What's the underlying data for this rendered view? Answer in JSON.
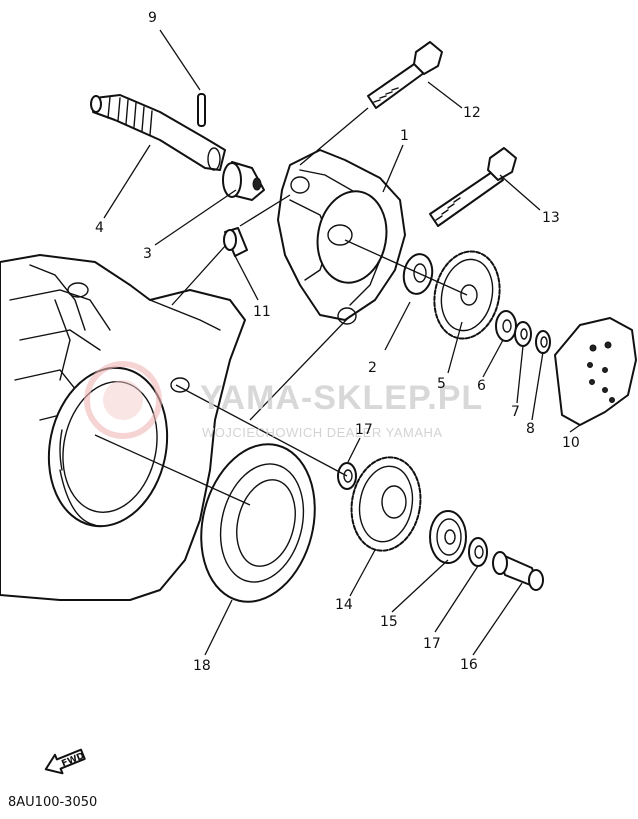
{
  "diagram": {
    "callouts": {
      "n1": "1",
      "n2": "2",
      "n3": "3",
      "n4": "4",
      "n5": "5",
      "n6": "6",
      "n7": "7",
      "n8": "8",
      "n9": "9",
      "n10": "10",
      "n11": "11",
      "n12": "12",
      "n13": "13",
      "n14": "14",
      "n15": "15",
      "n16": "16",
      "n17a": "17",
      "n17b": "17",
      "n18": "18"
    },
    "watermark": {
      "main": "YAMA-SKLEP.PL",
      "sub": "WOJCIECHOWICH DEALER YAMAHA"
    },
    "fwd_label": "FWD",
    "diagram_code": "8AU100-3050"
  }
}
